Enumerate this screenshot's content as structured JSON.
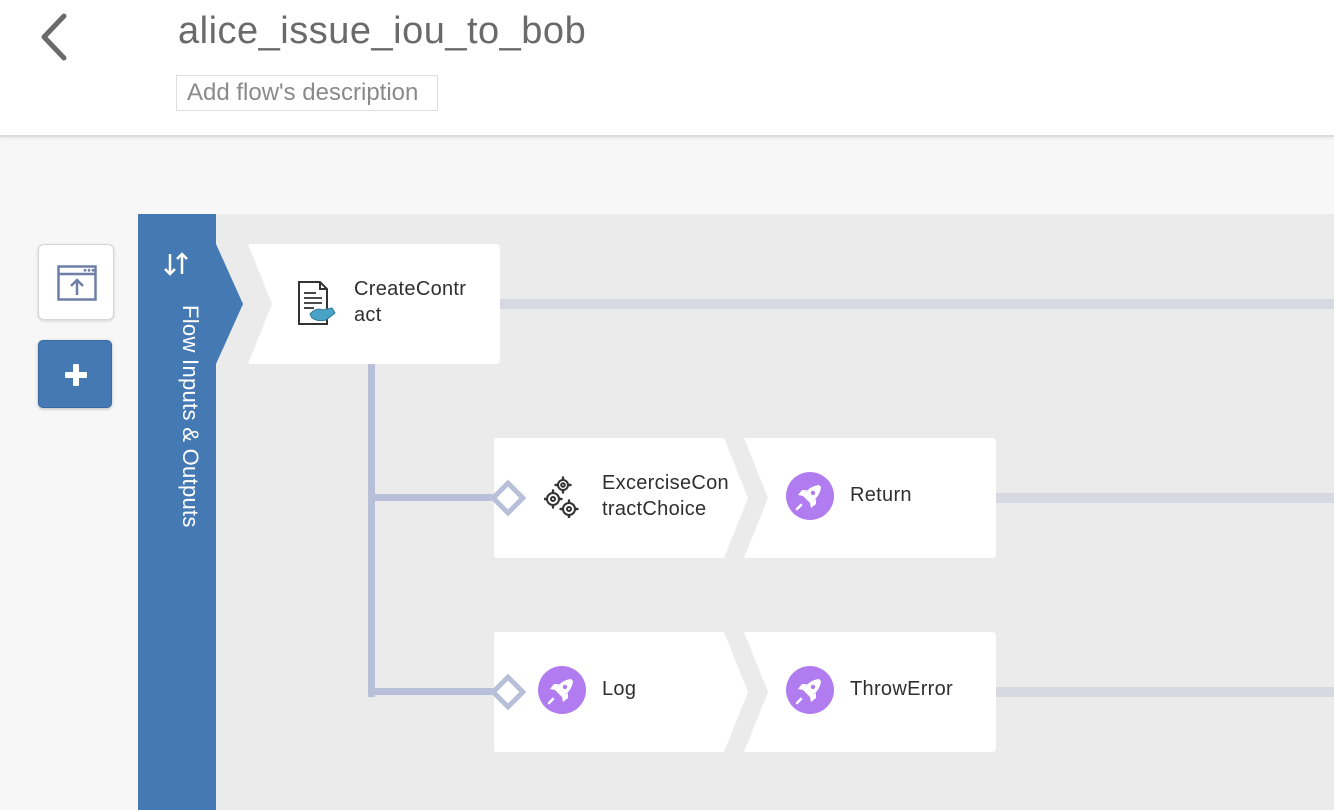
{
  "header": {
    "title": "alice_issue_iou_to_bob",
    "description_placeholder": "Add flow's description"
  },
  "io_panel": {
    "label": "Flow Inputs & Outputs"
  },
  "toolbar": {
    "add_label": "+"
  },
  "nodes": [
    {
      "id": "create_contract",
      "label_line1": "CreateContr",
      "label_line2": "act",
      "icon": "contract-handshake-icon"
    },
    {
      "id": "exercise_choice",
      "label_line1": "ExcerciseCon",
      "label_line2": "tractChoice",
      "icon": "gears-icon"
    },
    {
      "id": "return",
      "label": "Return",
      "icon": "rocket-icon"
    },
    {
      "id": "log",
      "label": "Log",
      "icon": "rocket-icon"
    },
    {
      "id": "throw_error",
      "label": "ThrowError",
      "icon": "rocket-icon"
    }
  ],
  "colors": {
    "accent_blue": "#4579b4",
    "rocket_purple": "#b17cf0",
    "connector": "#b7c0d8",
    "canvas": "#ebebec"
  }
}
